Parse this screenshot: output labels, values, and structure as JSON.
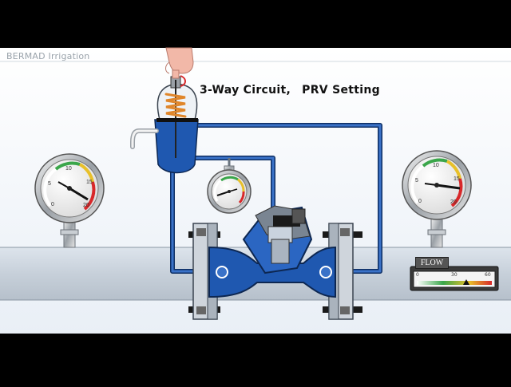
{
  "brand": "BERMAD Irrigation",
  "title": {
    "part1": "3-Way Circuit,",
    "part2": "PRV Setting"
  },
  "gauges": {
    "left": {
      "ticks": [
        "0",
        "5",
        "10",
        "15",
        "20"
      ]
    },
    "center": {
      "ticks": []
    },
    "right": {
      "ticks": [
        "0",
        "5",
        "10",
        "15",
        "20"
      ]
    }
  },
  "flow_meter": {
    "label": "FLOW",
    "ticks": [
      "0",
      "30",
      "60"
    ]
  },
  "colors": {
    "pipe_blue": "#1e4f9a",
    "water_blue": "#2a5fb8",
    "spring_orange": "#e0862a",
    "gauge_red": "#d8282a",
    "gauge_green": "#3aa64a"
  },
  "icons": [
    "hand-icon",
    "spring-icon",
    "faucet-icon"
  ]
}
